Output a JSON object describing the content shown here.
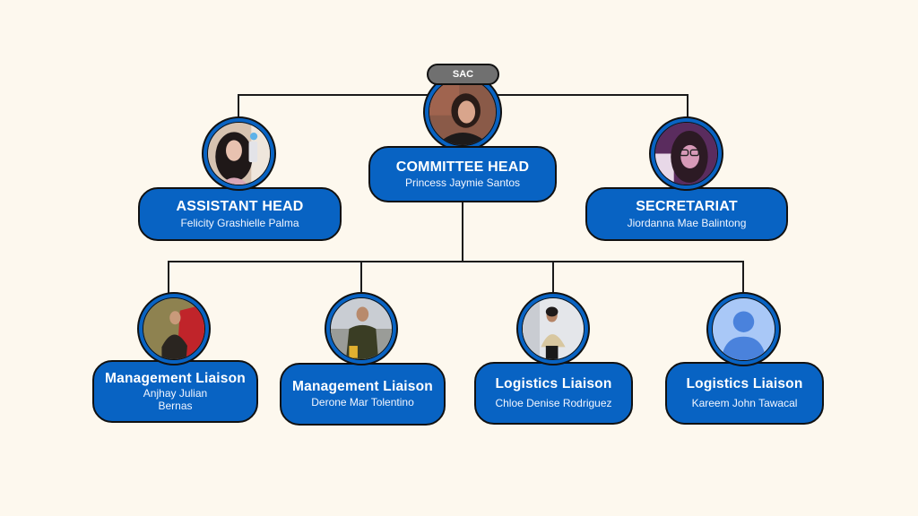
{
  "badge": {
    "label": "SAC"
  },
  "colors": {
    "background": "#fdf8ee",
    "box_fill": "#0863c3",
    "outline": "#111111",
    "badge_fill": "#707070",
    "placeholder_avatar_bg": "#a9c8f7",
    "placeholder_avatar_figure": "#4a82dc"
  },
  "top": {
    "committee_head": {
      "role": "COMMITTEE HEAD",
      "name": "Princess Jaymie Santos",
      "avatar": "photo"
    },
    "assistant_head": {
      "role": "ASSISTANT HEAD",
      "name": "Felicity Grashielle Palma",
      "avatar": "photo"
    },
    "secretariat": {
      "role": "SECRETARIAT",
      "name": "Jiordanna Mae Balintong",
      "avatar": "photo"
    }
  },
  "members": [
    {
      "role": "Management Liaison",
      "name": "Anjhay Julian\nBernas",
      "name_line1": "Anjhay Julian",
      "name_line2": "Bernas",
      "avatar": "photo"
    },
    {
      "role": "Management Liaison",
      "name": "Derone Mar Tolentino",
      "avatar": "photo"
    },
    {
      "role": "Logistics Liaison",
      "name": "Chloe Denise Rodriguez",
      "avatar": "photo"
    },
    {
      "role": "Logistics Liaison",
      "name": "Kareem John Tawacal",
      "avatar": "placeholder-user-icon"
    }
  ]
}
